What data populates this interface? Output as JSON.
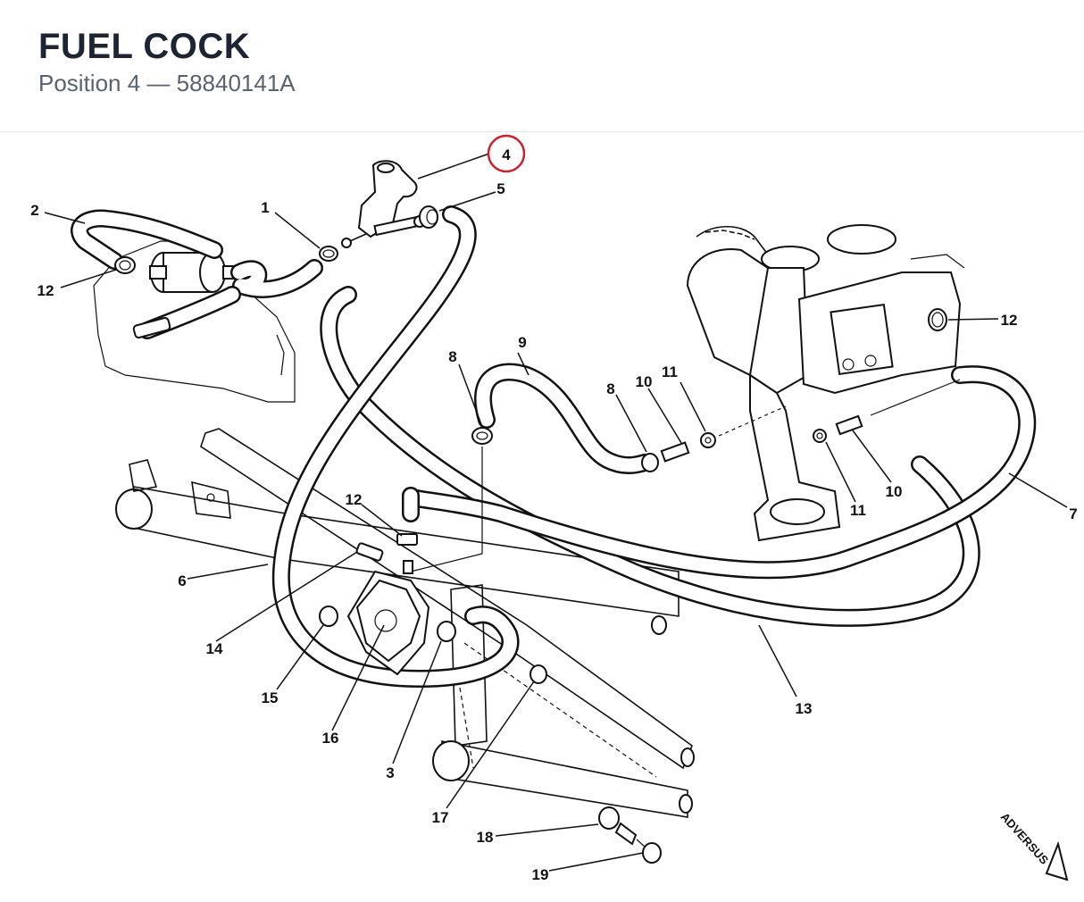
{
  "header": {
    "title": "FUEL COCK",
    "subtitle": "Position 4 — 58840141A"
  },
  "highlight_color": "#d0202e",
  "callouts": {
    "c1": "1",
    "c2": "2",
    "c3": "3",
    "c4": "4",
    "c5": "5",
    "c6": "6",
    "c7": "7",
    "c8a": "8",
    "c8b": "8",
    "c9": "9",
    "c10a": "10",
    "c10b": "10",
    "c11a": "11",
    "c11b": "11",
    "c12a": "12",
    "c12b": "12",
    "c12c": "12",
    "c13": "13",
    "c14": "14",
    "c15": "15",
    "c16": "16",
    "c17": "17",
    "c18": "18",
    "c19": "19"
  },
  "brand": {
    "watermark": "ADVERSUS"
  }
}
